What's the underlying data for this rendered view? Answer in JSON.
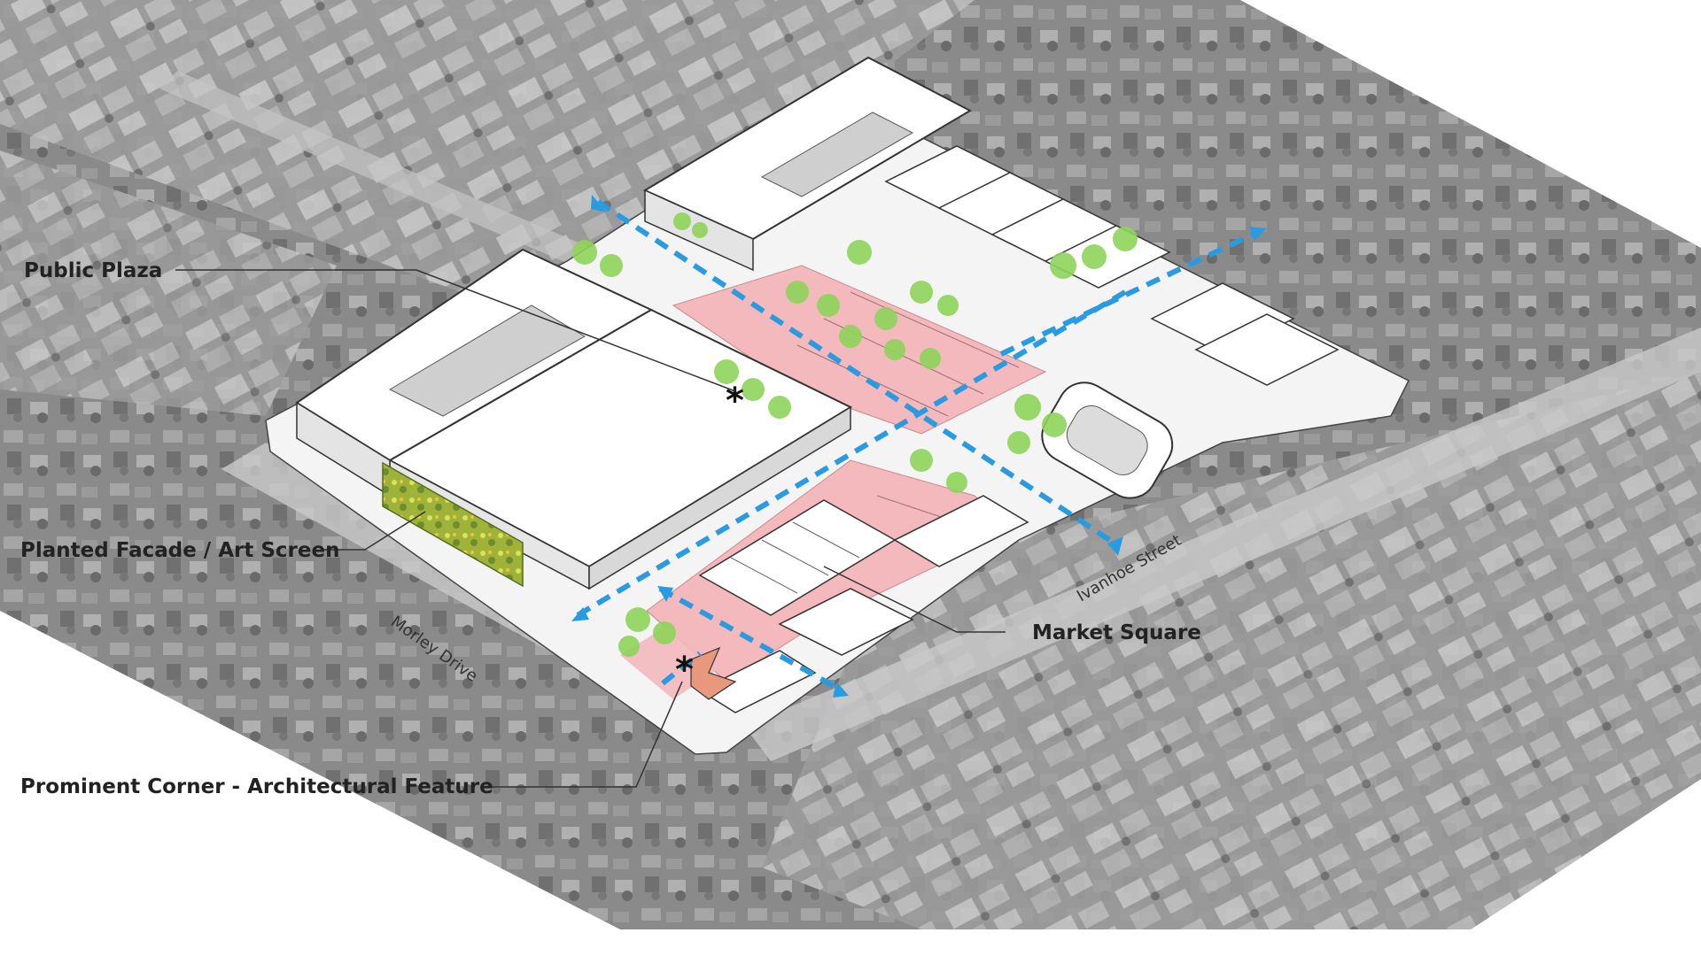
{
  "callouts": {
    "public_plaza": "Public Plaza",
    "planted_facade": "Planted Facade / Art Screen",
    "market_square": "Market Square",
    "prominent_corner": "Prominent Corner - Architectural Feature"
  },
  "streets": {
    "morley_drive": "Morley Drive",
    "ivanhoe_street": "Ivanhoe Street"
  },
  "colors": {
    "aerial_dark": "#7d7d7d",
    "aerial_light": "#b8b8b8",
    "site_ground": "#f4f4f4",
    "building_roof": "#ffffff",
    "building_outline": "#333333",
    "plaza_pink": "#f3b9bd",
    "tree_green": "#8fd45a",
    "movement_arrow": "#2a9be0",
    "corner_feature": "#e8987c",
    "facade_screen": "#b5c23a"
  },
  "icons": [
    "asterisk-marker",
    "dashed-arrow"
  ]
}
